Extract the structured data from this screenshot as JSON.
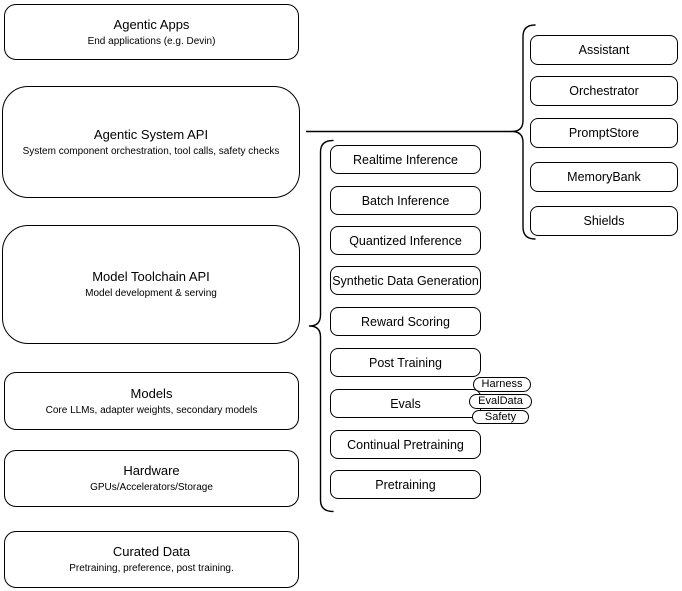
{
  "diagram": {
    "left_stack": [
      {
        "title": "Agentic Apps",
        "subtitle": "End applications (e.g. Devin)"
      },
      {
        "title": "Agentic System API",
        "subtitle": "System component orchestration, tool calls, safety checks"
      },
      {
        "title": "Model Toolchain API",
        "subtitle": "Model development & serving"
      },
      {
        "title": "Models",
        "subtitle": "Core LLMs, adapter weights, secondary models"
      },
      {
        "title": "Hardware",
        "subtitle": "GPUs/Accelerators/Storage"
      },
      {
        "title": "Curated Data",
        "subtitle": "Pretraining, preference, post training."
      }
    ],
    "toolchain_items": [
      "Realtime Inference",
      "Batch Inference",
      "Quantized Inference",
      "Synthetic Data Generation",
      "Reward Scoring",
      "Post Training",
      "Evals",
      "Continual Pretraining",
      "Pretraining"
    ],
    "evals_tags": [
      "Harness",
      "EvalData",
      "Safety"
    ],
    "system_items": [
      "Assistant",
      "Orchestrator",
      "PromptStore",
      "MemoryBank",
      "Shields"
    ],
    "colors": {
      "stroke": "#000000",
      "background": "#ffffff",
      "text": "#000000"
    }
  }
}
